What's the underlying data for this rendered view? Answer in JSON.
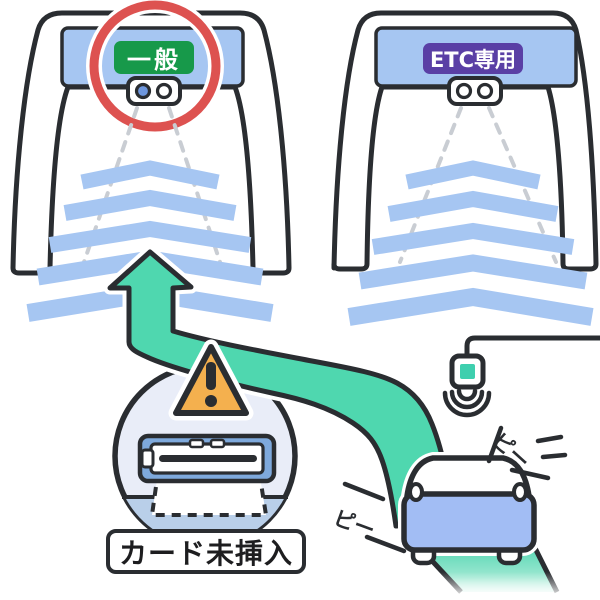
{
  "page": {
    "background": "#ffffff"
  },
  "gates": {
    "general": {
      "sign_label": "一般",
      "sign_color": "#17994a",
      "lamp_active_color": "#6e97de",
      "highlighted": true,
      "highlight_color": "#dd5250"
    },
    "etc_only": {
      "sign_label": "ETC専用",
      "sign_color": "#5a3fa5"
    }
  },
  "alert": {
    "card_status_label": "カード未挿入",
    "warning_triangle_color": "#f4b04e"
  },
  "beeps": {
    "left": "ピー",
    "right": "ピー"
  },
  "colors": {
    "outline": "#2a2d31",
    "gantry_beam": "#a6c6f2",
    "lane_chevron": "#a6c6f2",
    "route_arrow": "#4fd7af",
    "road": "#3ed1a8",
    "car_body": "#a2bdf4",
    "reader_frame": "#7ea9dc",
    "magnifier_fill": "#e9edf8",
    "magnifier_shelf": "#b9cfe9",
    "antenna_accent": "#3ecfae",
    "sensor_dash": "#c9cdd3"
  }
}
